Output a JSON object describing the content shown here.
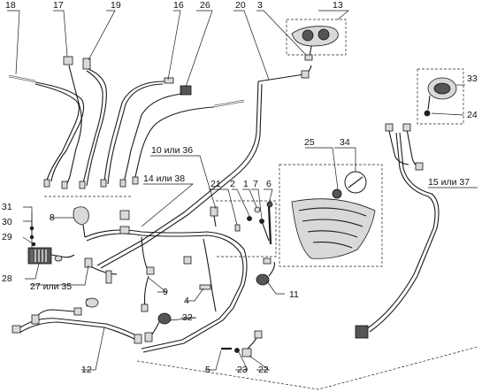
{
  "callouts": {
    "c1": "1",
    "c2": "2",
    "c3": "3",
    "c4": "4",
    "c5": "5",
    "c6": "6",
    "c7": "7",
    "c8": "8",
    "c9": "9",
    "c10": "10 или 36",
    "c11": "11",
    "c12": "12",
    "c13": "13",
    "c14": "14 или 38",
    "c15": "15 или 37",
    "c16": "16",
    "c17": "17",
    "c18": "18",
    "c19": "19",
    "c20": "20",
    "c21": "21",
    "c22": "22",
    "c23": "23",
    "c24": "24",
    "c25": "25",
    "c26": "26",
    "c27": "27 или 35",
    "c28": "28",
    "c29": "29",
    "c30": "30",
    "c31": "31",
    "c32": "32",
    "c33": "33",
    "c34": "34"
  },
  "colors": {
    "ink": "#1a1a1a",
    "background": "#ffffff"
  }
}
